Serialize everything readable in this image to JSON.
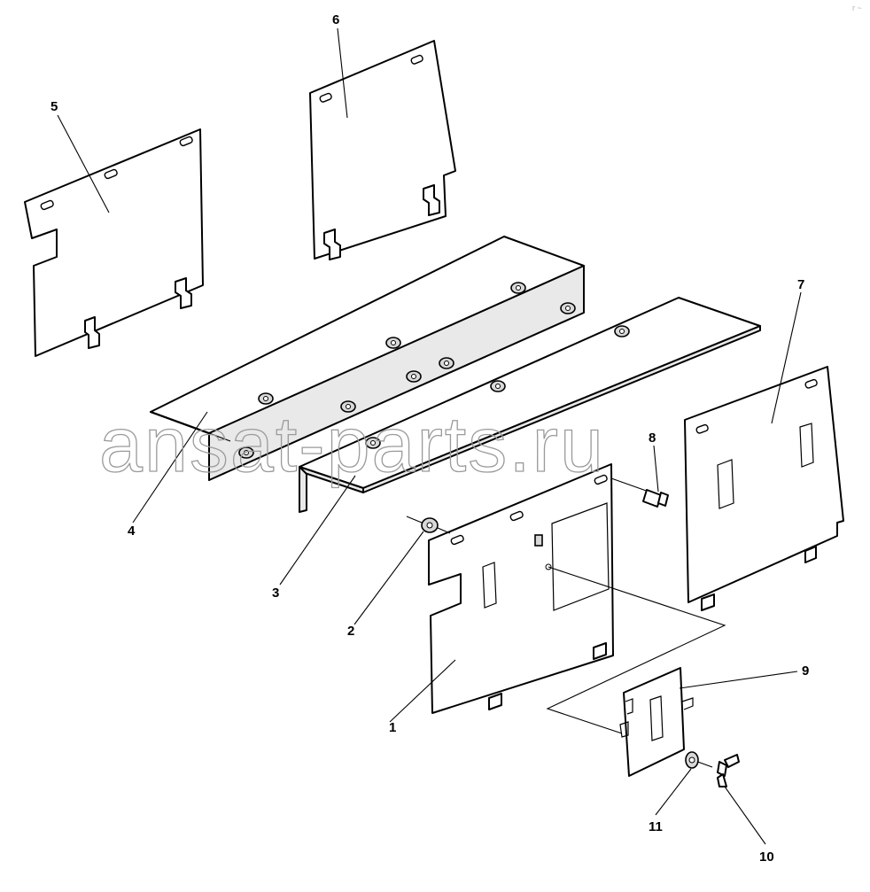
{
  "watermark": "ansat-parts.ru",
  "corner_mark": "r ~",
  "callouts": [
    "1",
    "2",
    "3",
    "4",
    "5",
    "6",
    "7",
    "8",
    "9",
    "10",
    "11"
  ],
  "colors": {
    "line": "#000000",
    "background": "#ffffff",
    "watermark": "#9a9a9a"
  }
}
